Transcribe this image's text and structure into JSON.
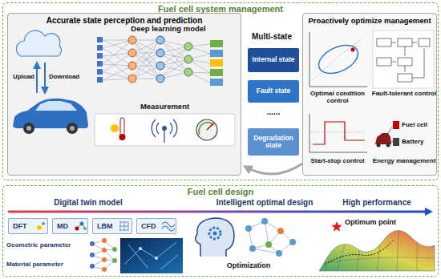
{
  "diagram": {
    "nodes": [
      {
        "text": [
          "Fuel cell system management"
        ]
      },
      {
        "text": [
          "Accurate state perception and prediction"
        ],
        "in": 0
      },
      {
        "text": [
          "Internal state"
        ],
        "in": 0
      },
      {
        "text": [
          "Fault state"
        ],
        "in": 0
      },
      {
        "text": [
          "Degradation state"
        ],
        "in": 0
      },
      {
        "text": [
          "Proactively optimize management"
        ],
        "in": 0
      },
      {
        "text": [
          "Fuel cell design"
        ]
      },
      {
        "text": [
          "DFT"
        ],
        "in": 6
      },
      {
        "text": [
          "MD"
        ],
        "in": 6
      },
      {
        "text": [
          "LBM"
        ],
        "in": 6
      },
      {
        "text": [
          "CFD"
        ],
        "in": 6
      }
    ],
    "labels": [
      "Deep learning model",
      "Upload",
      "Download",
      "Measurement",
      "Multi-state",
      "......",
      "Optimal condition control",
      "Fault-tolerant control",
      "Start-stop control",
      "Fuel cell",
      "Battery",
      "Energy management",
      "Digital twin model",
      "Intelligent optimal design",
      "High performance",
      "Geometric parameter",
      "Material parameter",
      "Optimization",
      "Optimum point"
    ]
  }
}
